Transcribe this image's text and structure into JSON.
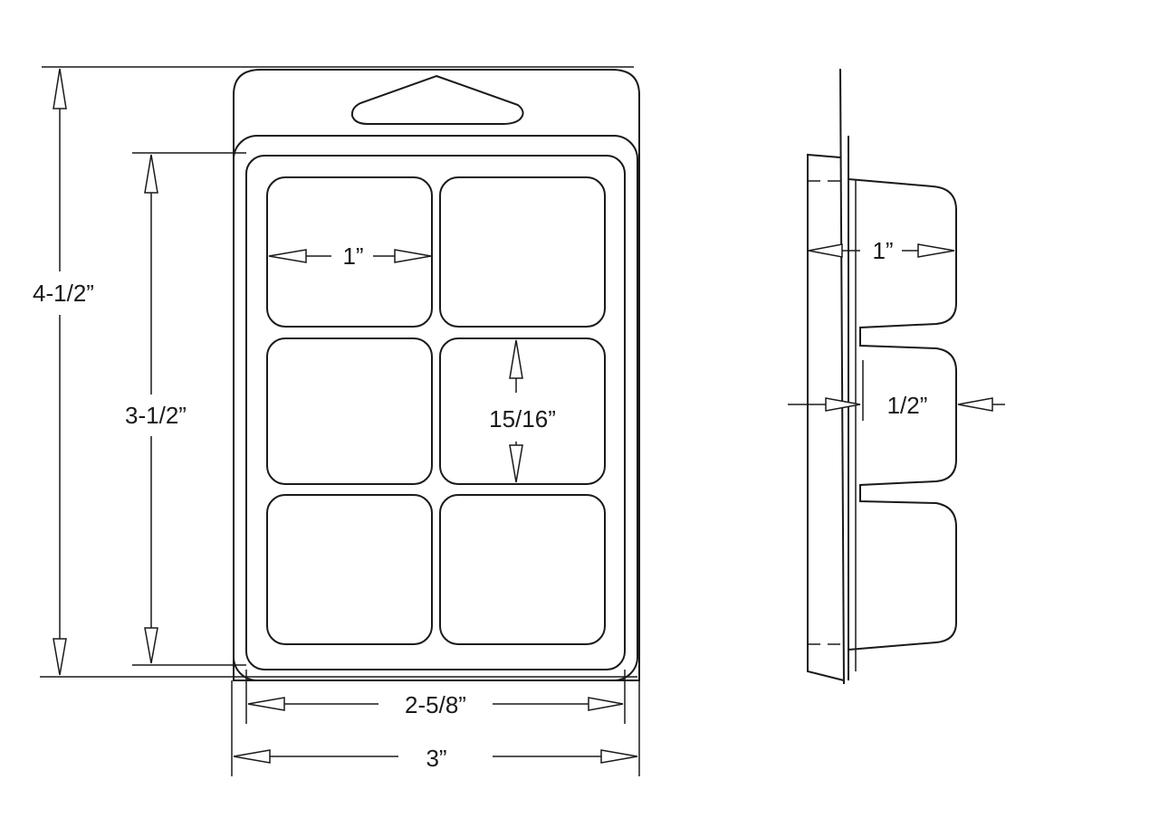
{
  "front_view": {
    "height_overall": "4-1/2”",
    "height_blister": "3-1/2”",
    "width_blister": "2-5/8”",
    "width_overall": "3”",
    "cavity_width": "1”",
    "cavity_height": "15/16”"
  },
  "side_view": {
    "cavity_depth": "1”",
    "gap": "1/2”"
  },
  "colors": {
    "line": "#1a1a1a",
    "background": "#ffffff"
  }
}
